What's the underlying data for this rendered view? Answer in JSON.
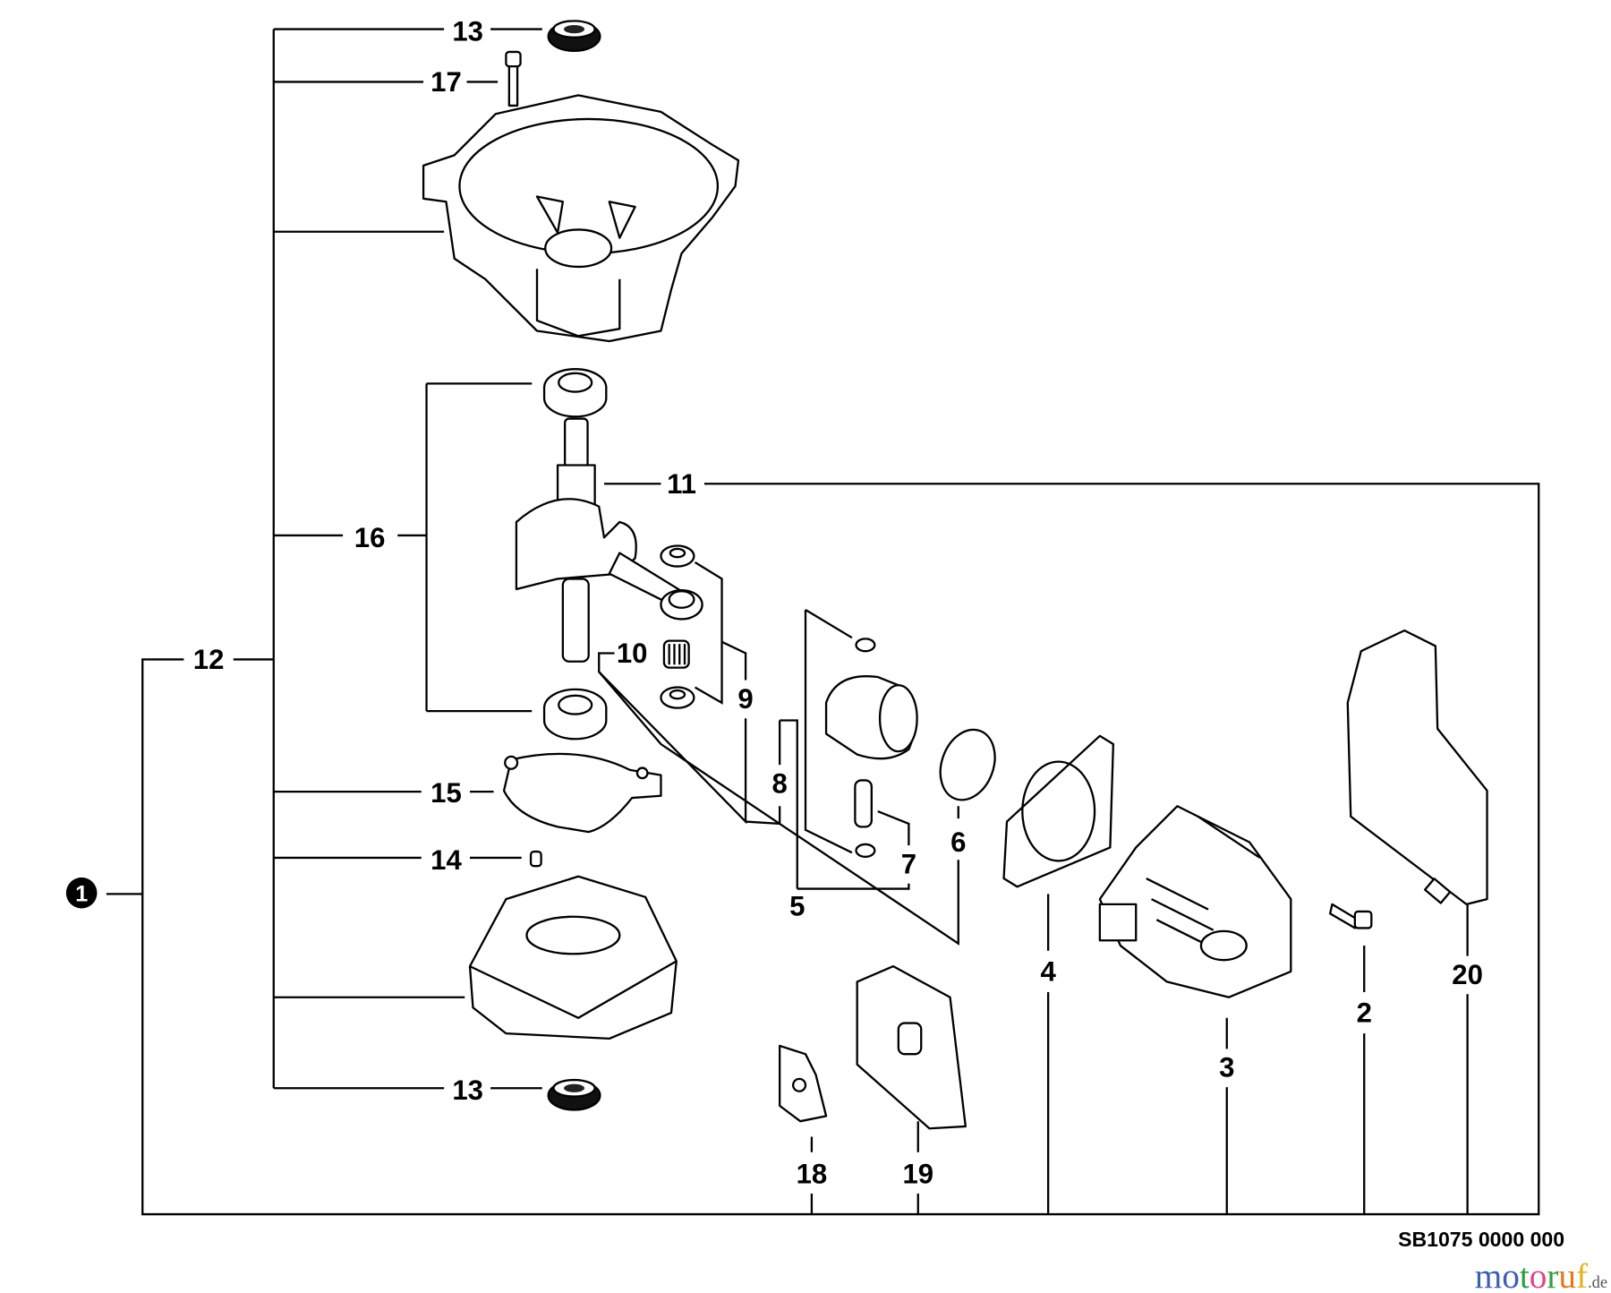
{
  "diagram": {
    "callouts": {
      "c1": "1",
      "c2": "2",
      "c3": "3",
      "c4": "4",
      "c5": "5",
      "c6": "6",
      "c7": "7",
      "c8": "8",
      "c9": "9",
      "c10": "10",
      "c11": "11",
      "c12": "12",
      "c13a": "13",
      "c13b": "13",
      "c14": "14",
      "c15": "15",
      "c16": "16",
      "c17": "17",
      "c18": "18",
      "c19": "19",
      "c20": "20"
    },
    "drawing_code": "SB1075 0000 000",
    "watermark": {
      "text": "motoruf",
      "suffix": ".de",
      "colors": [
        "#3b5fb0",
        "#3b5fb0",
        "#2e9e44",
        "#e0458a",
        "#2e9e44",
        "#e07a1f",
        "#e0b31f"
      ]
    }
  }
}
